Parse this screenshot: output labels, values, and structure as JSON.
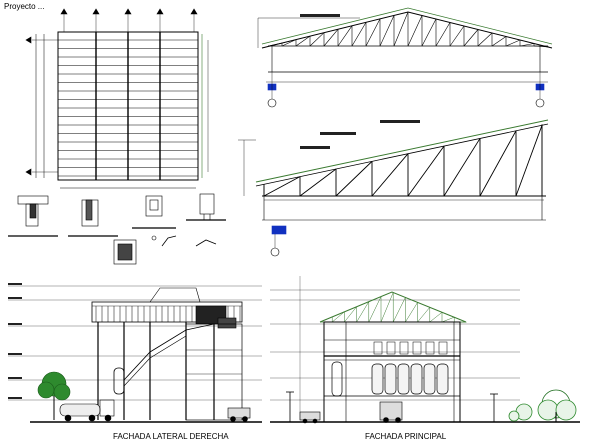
{
  "sheet": {
    "header_text": "Proyecto ...",
    "views": [
      {
        "id": "fachada-lateral-derecha",
        "caption": "FACHADA LATERAL DERECHA"
      },
      {
        "id": "fachada-principal",
        "caption": "FACHADA PRINCIPAL"
      }
    ]
  },
  "colors": {
    "line": "#000000",
    "structure_green": "#3a7a30",
    "accent_blue": "#1030c0",
    "tree_green": "#2e8a2e",
    "background": "#ffffff"
  }
}
